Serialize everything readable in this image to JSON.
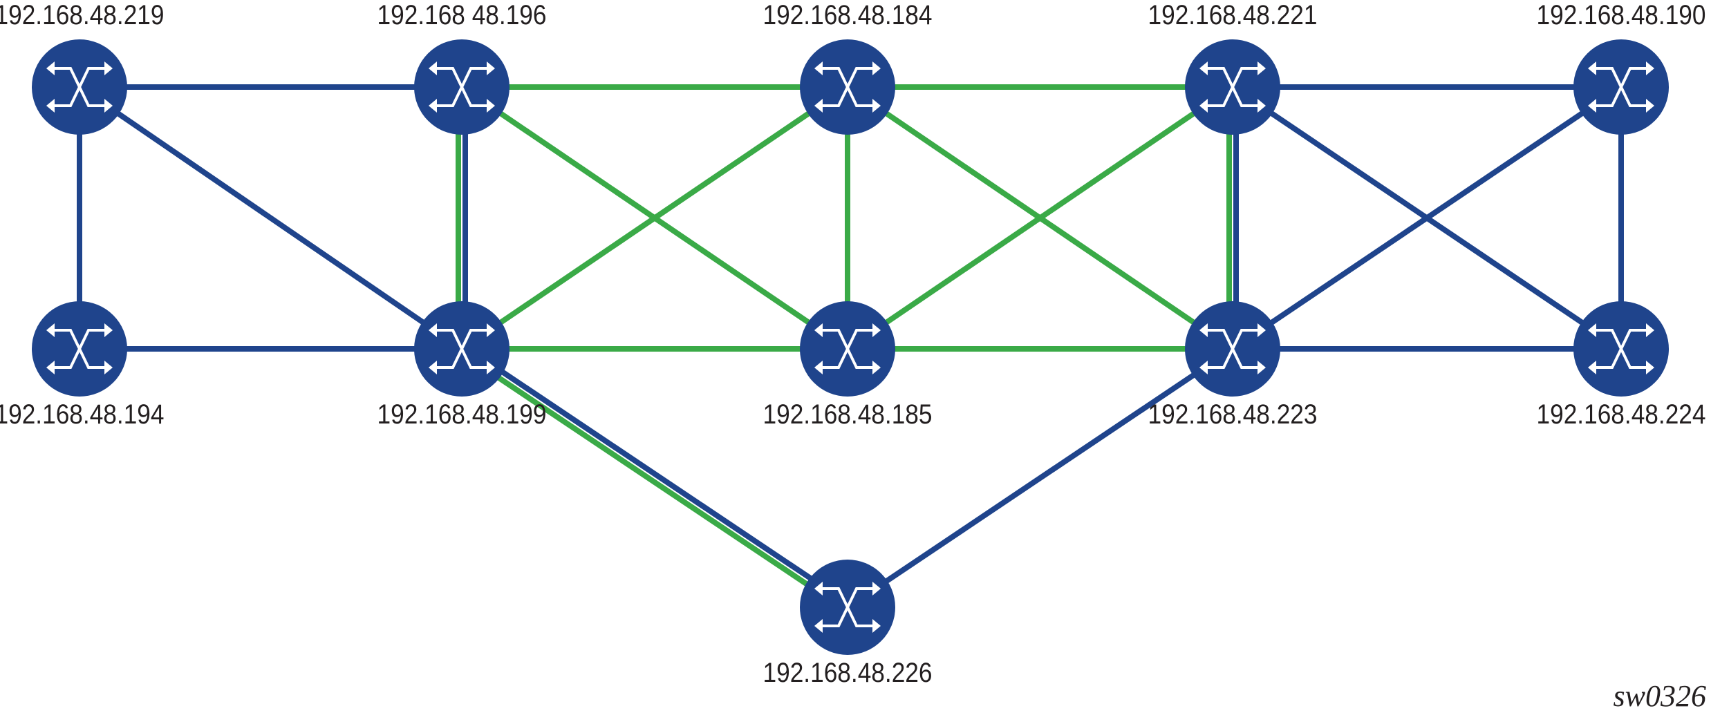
{
  "colors": {
    "node": "#1f448c",
    "blue_link": "#1f448c",
    "green_link": "#3aaa47",
    "icon": "#ffffff"
  },
  "nodes": [
    {
      "id": "219",
      "label": "192.168.48.219",
      "icon": "switch-icon"
    },
    {
      "id": "196",
      "label": "192.168 48.196",
      "icon": "switch-icon"
    },
    {
      "id": "184",
      "label": "192.168.48.184",
      "icon": "switch-icon"
    },
    {
      "id": "221",
      "label": "192.168.48.221",
      "icon": "switch-icon"
    },
    {
      "id": "190",
      "label": "192.168.48.190",
      "icon": "switch-icon"
    },
    {
      "id": "194",
      "label": "192.168.48.194",
      "icon": "switch-icon"
    },
    {
      "id": "199",
      "label": "192.168.48.199",
      "icon": "switch-icon"
    },
    {
      "id": "185",
      "label": "192.168.48.185",
      "icon": "switch-icon"
    },
    {
      "id": "223",
      "label": "192.168.48.223",
      "icon": "switch-icon"
    },
    {
      "id": "224",
      "label": "192.168.48.224",
      "icon": "switch-icon"
    },
    {
      "id": "226",
      "label": "192.168.48.226",
      "icon": "switch-icon"
    }
  ],
  "links": [
    {
      "from": "219",
      "to": "196",
      "color": "blue"
    },
    {
      "from": "219",
      "to": "194",
      "color": "blue"
    },
    {
      "from": "219",
      "to": "199",
      "color": "blue"
    },
    {
      "from": "194",
      "to": "199",
      "color": "blue"
    },
    {
      "from": "196",
      "to": "199",
      "color": "blue"
    },
    {
      "from": "196",
      "to": "199",
      "color": "green"
    },
    {
      "from": "196",
      "to": "184",
      "color": "green"
    },
    {
      "from": "196",
      "to": "185",
      "color": "green"
    },
    {
      "from": "184",
      "to": "221",
      "color": "green"
    },
    {
      "from": "184",
      "to": "199",
      "color": "green"
    },
    {
      "from": "184",
      "to": "185",
      "color": "green"
    },
    {
      "from": "184",
      "to": "223",
      "color": "green"
    },
    {
      "from": "221",
      "to": "185",
      "color": "green"
    },
    {
      "from": "199",
      "to": "185",
      "color": "green"
    },
    {
      "from": "185",
      "to": "223",
      "color": "green"
    },
    {
      "from": "221",
      "to": "223",
      "color": "green"
    },
    {
      "from": "221",
      "to": "223",
      "color": "blue"
    },
    {
      "from": "221",
      "to": "190",
      "color": "blue"
    },
    {
      "from": "221",
      "to": "224",
      "color": "blue"
    },
    {
      "from": "190",
      "to": "223",
      "color": "blue"
    },
    {
      "from": "190",
      "to": "224",
      "color": "blue"
    },
    {
      "from": "223",
      "to": "224",
      "color": "blue"
    },
    {
      "from": "199",
      "to": "226",
      "color": "green"
    },
    {
      "from": "199",
      "to": "226",
      "color": "blue"
    },
    {
      "from": "223",
      "to": "226",
      "color": "blue"
    }
  ],
  "figure_id": "sw0326"
}
